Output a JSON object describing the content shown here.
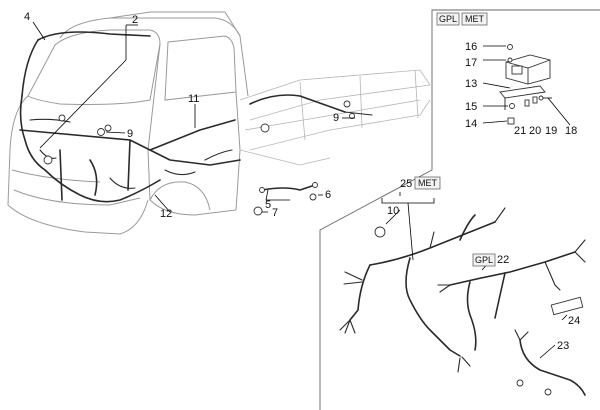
{
  "callouts": {
    "c2": "2",
    "c4": "4",
    "c5": "5",
    "c6": "6",
    "c7": "7",
    "c9a": "9",
    "c9b": "9",
    "c10": "10",
    "c11": "11",
    "c12": "12",
    "c13": "13",
    "c14": "14",
    "c15": "15",
    "c16": "16",
    "c17": "17",
    "c18": "18",
    "c19": "19",
    "c20": "20",
    "c21": "21",
    "c22": "22",
    "c23": "23",
    "c24": "24",
    "c25": "25"
  },
  "tags": {
    "inset_gpl": "GPL",
    "inset_met": "MET",
    "harness25_met": "MET",
    "harness22_gpl": "GPL"
  }
}
